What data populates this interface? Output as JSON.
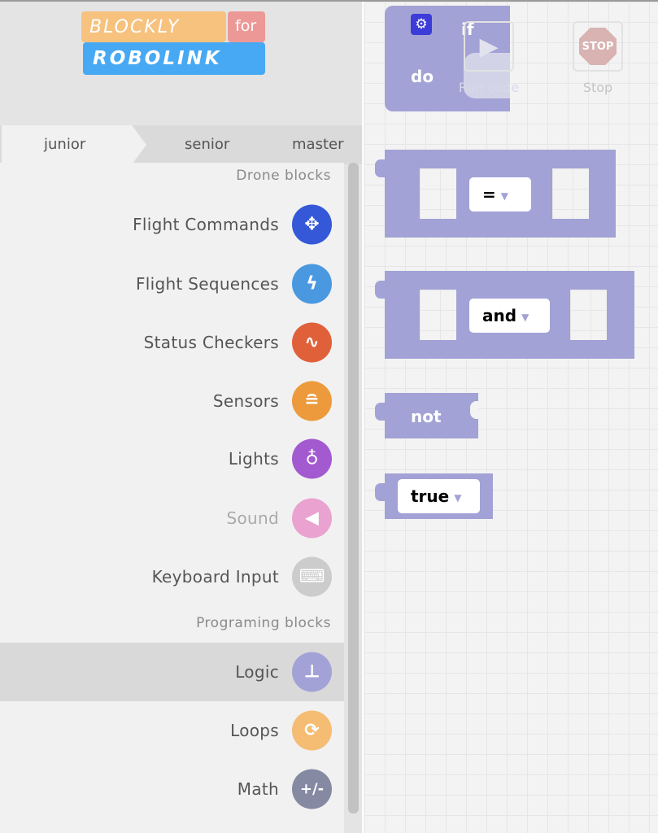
{
  "logo": {
    "line1": "BLOCKLY",
    "line1b": "for",
    "line2": "ROBOLINK"
  },
  "tabs": [
    "junior",
    "senior",
    "master"
  ],
  "sections": {
    "drone": "Drone blocks",
    "programming": "Programing blocks"
  },
  "categories": [
    {
      "label": "Flight Commands",
      "icon": "drone-icon",
      "color": "#3458d8"
    },
    {
      "label": "Flight Sequences",
      "icon": "zigzag-arrow-icon",
      "color": "#4a98e0"
    },
    {
      "label": "Status Checkers",
      "icon": "pulse-icon",
      "color": "#e0603a"
    },
    {
      "label": "Sensors",
      "icon": "sensor-wave-icon",
      "color": "#ec9a3c"
    },
    {
      "label": "Lights",
      "icon": "lightbulb-icon",
      "color": "#a35ad0"
    },
    {
      "label": "Sound",
      "icon": "speaker-icon",
      "color": "#eaa2d0"
    },
    {
      "label": "Keyboard Input",
      "icon": "keyboard-icon",
      "color": "#cccccc"
    },
    {
      "label": "Logic",
      "icon": "logic-branch-icon",
      "color": "#a2a2d6"
    },
    {
      "label": "Loops",
      "icon": "loop-arrows-icon",
      "color": "#f5bc73"
    },
    {
      "label": "Math",
      "icon": "plus-minus-icon",
      "color": "#8589a2"
    }
  ],
  "controls": {
    "run": "Run code",
    "stop": "Stop",
    "stop_sign": "STOP"
  },
  "blocks": {
    "if": "if",
    "do": "do",
    "compare_op": "=",
    "logic_op": "and",
    "not": "not",
    "bool": "true"
  },
  "icons": {
    "settings": "⚙",
    "math": "+/-"
  }
}
